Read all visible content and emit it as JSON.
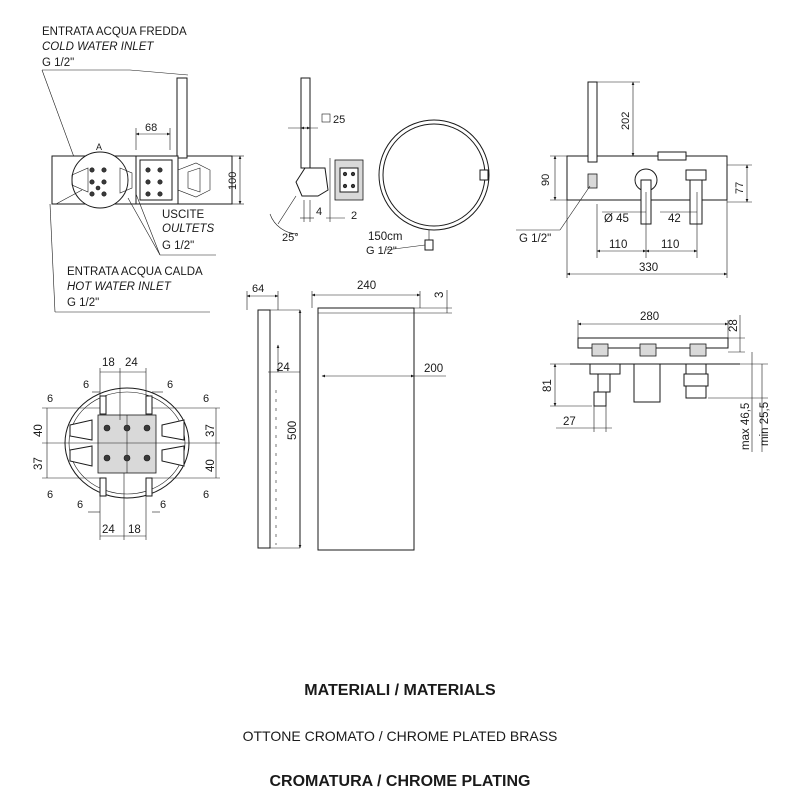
{
  "labels": {
    "cold_it": "ENTRATA ACQUA FREDDA",
    "cold_en": "COLD WATER INLET",
    "cold_g": "G 1/2\"",
    "marker_a": "A",
    "outlets_it": "USCITE",
    "outlets_en": "OULTETS",
    "outlets_g": "G 1/2\"",
    "hot_it": "ENTRATA ACQUA CALDA",
    "hot_en": "HOT WATER INLET",
    "hot_g": "G 1/2\"",
    "hose_len": "150cm",
    "hose_g": "G 1/2\"",
    "front_g": "G 1/2\"",
    "max": "max 46,5",
    "min": "min 25,5"
  },
  "dims": {
    "d68": "68",
    "d100": "100",
    "d25": "25",
    "d4": "4",
    "d2": "2",
    "d25deg": "25°",
    "d202": "202",
    "d90": "90",
    "d77": "77",
    "d45": "Ø 45",
    "d42": "42",
    "d110a": "110",
    "d110b": "110",
    "d330": "330",
    "d64": "64",
    "d240": "240",
    "d3": "3",
    "d24v": "24",
    "d200": "200",
    "d500": "500",
    "d280": "280",
    "d28": "28",
    "d81": "81",
    "d27": "27",
    "p18t": "18",
    "p24t": "24",
    "p6tl": "6",
    "p6tr": "6",
    "p6l": "6",
    "p6r": "6",
    "p40l": "40",
    "p37l": "37",
    "p37r": "37",
    "p40r": "40",
    "p6bl": "6",
    "p6br": "6",
    "p6lb": "6",
    "p6rb": "6",
    "p24b": "24",
    "p18b": "18"
  },
  "footer": {
    "materials_heading": "MATERIALI / MATERIALS",
    "materials_text": "OTTONE CROMATO  / CHROME PLATED BRASS",
    "plating_heading": "CROMATURA / CHROME PLATING"
  }
}
